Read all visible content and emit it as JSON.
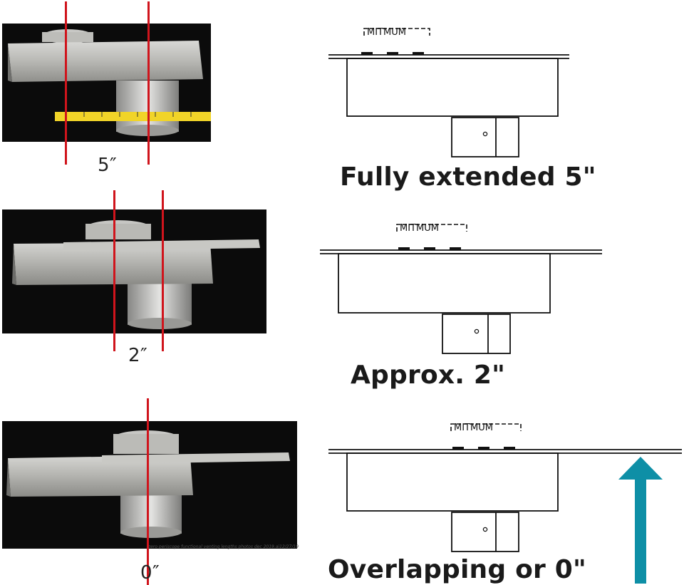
{
  "rows": [
    {
      "measurement": "5″",
      "caption": "Fully extended 5\""
    },
    {
      "measurement": "2″",
      "caption": "Approx. 2\""
    },
    {
      "measurement": "0″",
      "caption": "Overlapping or 0\""
    }
  ],
  "diagram_label": "MITMUM",
  "watermark": "zero periscope functional venting lengths photos dec 2019.ai12/27/19",
  "colors": {
    "guide_line": "#d0141c",
    "arrow": "#0e8fa6",
    "photo_bg": "#0b0b0b"
  },
  "icons": {
    "arrow": "arrow-up-icon"
  }
}
